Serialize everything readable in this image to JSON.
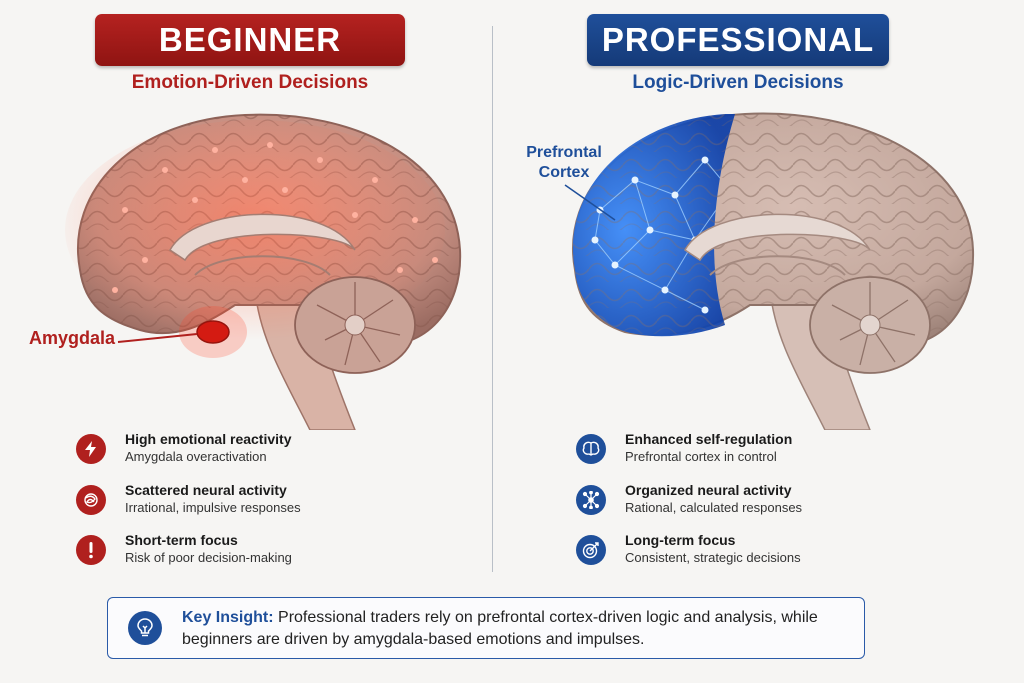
{
  "left": {
    "badge": "BEGINNER",
    "subtitle": "Emotion-Driven Decisions",
    "callout": "Amygdala",
    "features": [
      {
        "title": "High emotional reactivity",
        "desc": "Amygdala overactivation",
        "icon": "lightning-icon"
      },
      {
        "title": "Scattered neural activity",
        "desc": "Irrational, impulsive responses",
        "icon": "tangled-neuron-icon"
      },
      {
        "title": "Short-term focus",
        "desc": "Risk of poor decision-making",
        "icon": "exclamation-icon"
      }
    ]
  },
  "right": {
    "badge": "PROFESSIONAL",
    "subtitle": "Logic-Driven Decisions",
    "callout_line1": "Prefrontal",
    "callout_line2": "Cortex",
    "features": [
      {
        "title": "Enhanced self-regulation",
        "desc": "Prefrontal cortex in control",
        "icon": "brain-icon"
      },
      {
        "title": "Organized neural activity",
        "desc": "Rational, calculated responses",
        "icon": "network-icon"
      },
      {
        "title": "Long-term focus",
        "desc": "Consistent, strategic decisions",
        "icon": "target-icon"
      }
    ]
  },
  "insight": {
    "heading": "Key Insight:",
    "text": "Professional traders rely on prefrontal cortex-driven logic and analysis, while beginners are driven by amygdala-based emotions and impulses.",
    "icon": "lightbulb-icon"
  },
  "colors": {
    "beginner_red": "#b0201e",
    "professional_blue": "#1f4f9a",
    "brain_tissue": "#c9aa9d"
  }
}
